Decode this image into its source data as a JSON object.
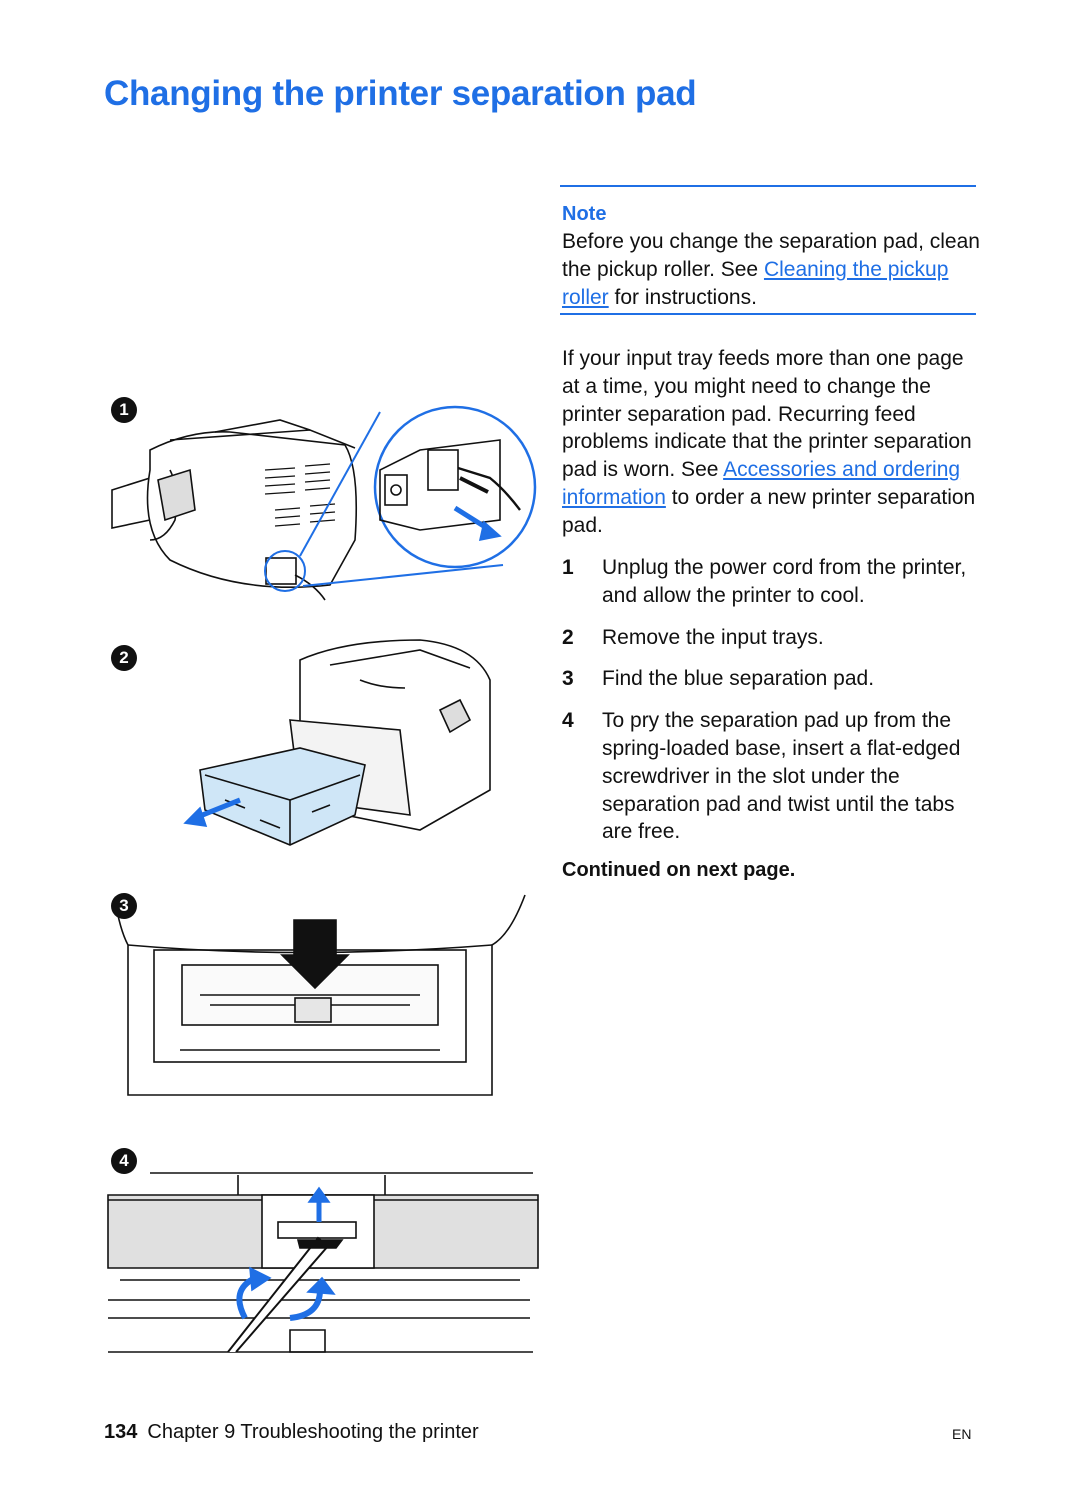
{
  "page": {
    "title": "Changing the printer separation pad",
    "note": {
      "heading": "Note",
      "text_before": "Before you change the separation pad, clean the pickup roller. See ",
      "link": "Cleaning the pickup roller",
      "text_after": " for instructions."
    },
    "intro": {
      "text_before": "If your input tray feeds more than one page at a time, you might need to change the printer separation pad. Recurring feed problems indicate that the printer separation pad is worn. See ",
      "link": "Accessories and ordering information",
      "text_after": " to order a new printer separation pad."
    },
    "steps": [
      {
        "num": "1",
        "text": "Unplug the power cord from the printer, and allow the printer to cool."
      },
      {
        "num": "2",
        "text": "Remove the input trays."
      },
      {
        "num": "3",
        "text": "Find the blue separation pad."
      },
      {
        "num": "4",
        "text": "To pry the separation pad up from the spring-loaded base, insert a flat-edged screwdriver in the slot under the separation pad and twist until the tabs are free."
      }
    ],
    "continued": "Continued on next page.",
    "figure_badges": [
      "1",
      "2",
      "3",
      "4"
    ],
    "footer": {
      "page_number": "134",
      "chapter": "Chapter 9 Troubleshooting the printer",
      "language": "EN"
    },
    "colors": {
      "accent": "#1f6fe5",
      "illustration_blue": "#cfe6f7"
    }
  }
}
